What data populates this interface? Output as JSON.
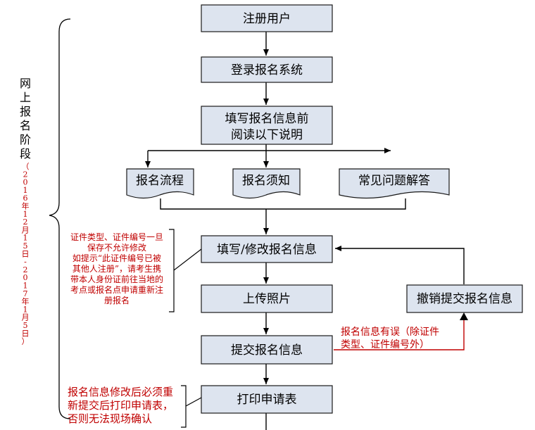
{
  "nodes": {
    "register": "注册用户",
    "login": "登录报名系统",
    "read_line1": "填写报名信息前",
    "read_line2": "阅读以下说明",
    "process_doc": "报名流程",
    "notice_doc": "报名须知",
    "faq_doc": "常见问题解答",
    "fill_edit": "填写/修改报名信息",
    "upload_photo": "上传照片",
    "submit_info": "提交报名信息",
    "print_form": "打印申请表",
    "cancel_submit": "撤销提交报名信息"
  },
  "edge_labels": {
    "info_error_line1": "报名信息有误（除证件",
    "info_error_line2": "类型、证件编号外）"
  },
  "notes": {
    "id_note": [
      "证件类型、证件编号一旦",
      "保存不允许修改",
      "如提示“此证件编号已被",
      "其他人注册”，请考生携",
      "带本人身份证前往当地的",
      "考点或报名点申请重新注",
      "册报名"
    ],
    "print_note": [
      "报名信息修改后必须重",
      "新提交后打印申请表，",
      "否则无法现场确认"
    ]
  },
  "stage": {
    "name_chars": [
      "网",
      "上",
      "报",
      "名",
      "阶",
      "段"
    ],
    "date_chars": [
      "（",
      "2",
      "0",
      "1",
      "6",
      "年",
      "1",
      "2",
      "月",
      "1",
      "5",
      "日",
      "-",
      "2",
      "0",
      "1",
      "7",
      "年",
      "1",
      "月",
      "5",
      "日",
      "）"
    ]
  },
  "colors": {
    "node_fill": "#dde4ef",
    "note_red": "#c00000",
    "line": "#000000"
  }
}
